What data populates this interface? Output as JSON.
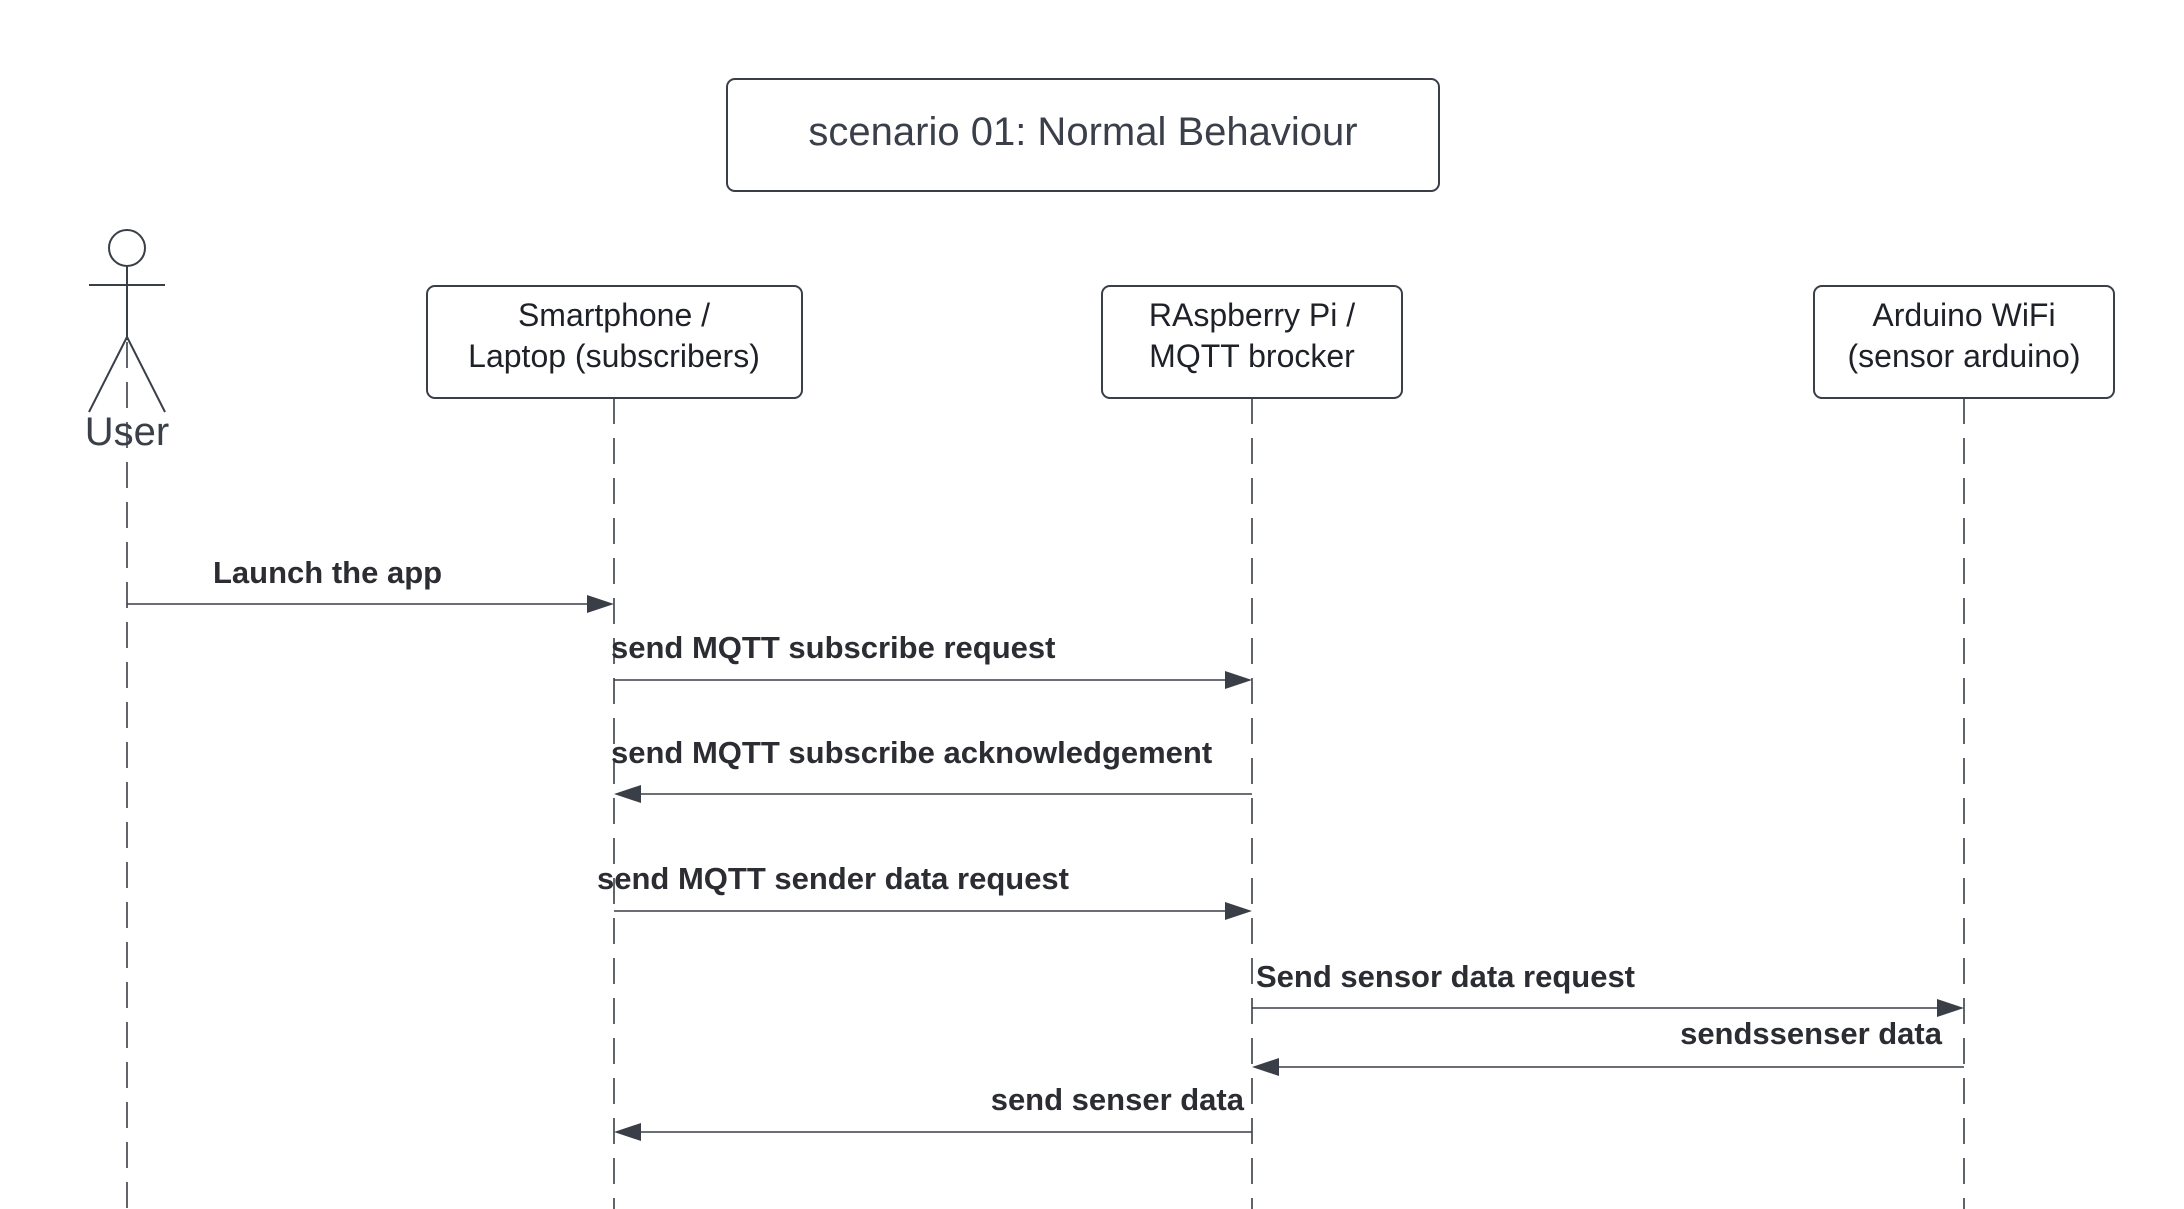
{
  "diagram": {
    "title": "scenario 01:  Normal Behaviour",
    "actor": {
      "label": "User"
    },
    "participants": [
      {
        "id": "client",
        "line1": "Smartphone /",
        "line2": "Laptop (subscribers)"
      },
      {
        "id": "broker",
        "line1": "RAspberry Pi /",
        "line2": "MQTT brocker"
      },
      {
        "id": "sensor",
        "line1": "Arduino WiFi",
        "line2": "(sensor arduino)"
      }
    ],
    "messages": [
      {
        "from": "user",
        "to": "client",
        "label": "Launch the app"
      },
      {
        "from": "client",
        "to": "broker",
        "label": "send MQTT subscribe request"
      },
      {
        "from": "broker",
        "to": "client",
        "label": "send MQTT subscribe acknowledgement"
      },
      {
        "from": "client",
        "to": "broker",
        "label": "send MQTT sender data request"
      },
      {
        "from": "broker",
        "to": "sensor",
        "label": "Send sensor data request"
      },
      {
        "from": "sensor",
        "to": "broker",
        "label": "sendssenser data"
      },
      {
        "from": "broker",
        "to": "client",
        "label": "send senser data"
      }
    ],
    "colors": {
      "line": "#3a3f47",
      "text": "#2b2d33",
      "background": "#ffffff"
    }
  }
}
